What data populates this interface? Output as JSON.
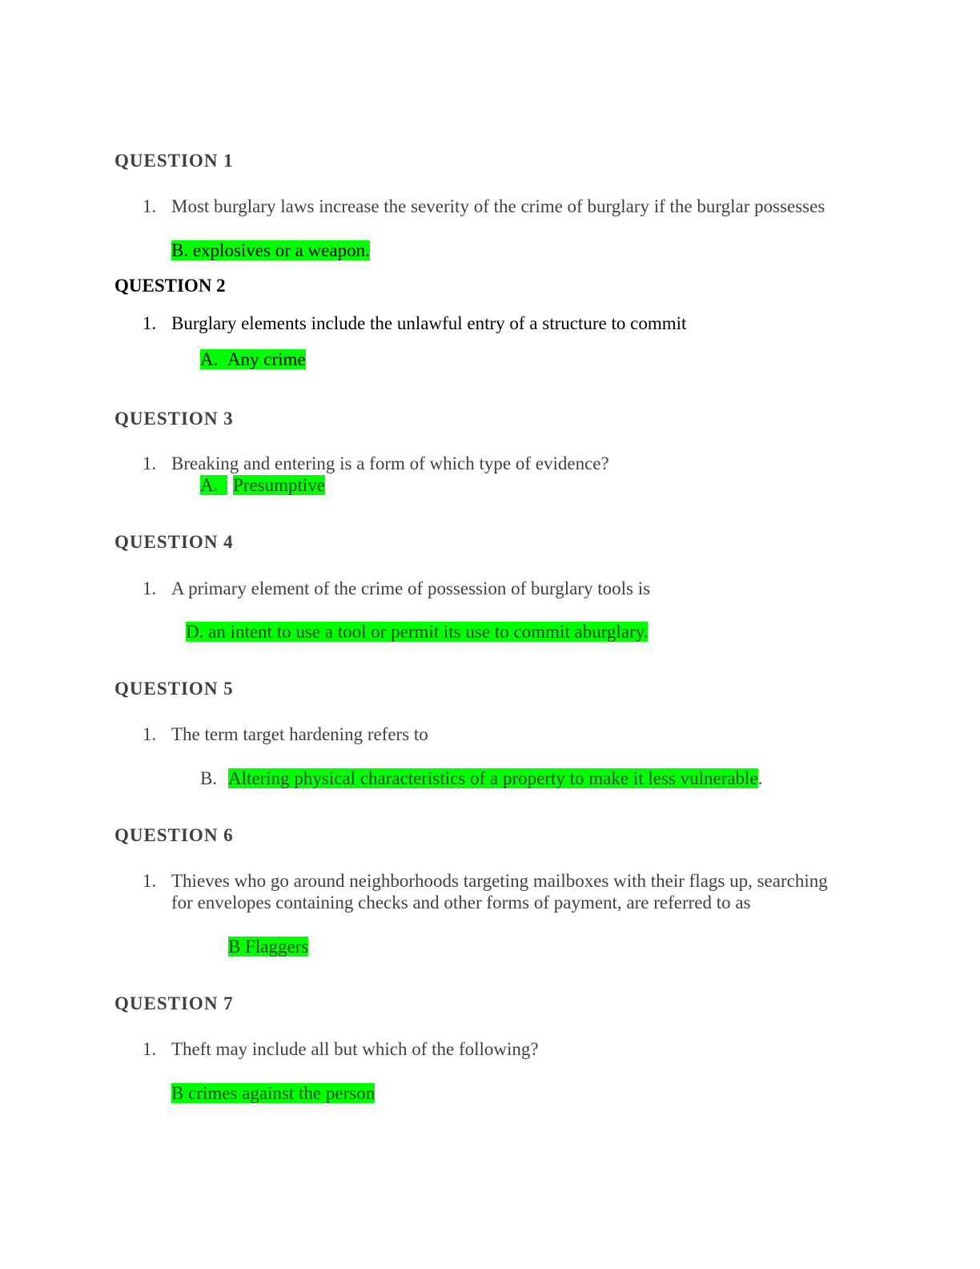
{
  "questions": [
    {
      "heading": "QUESTION 1",
      "number": "1.",
      "text": "Most burglary laws increase the severity of the crime of burglary if the burglar possesses",
      "answer": "B. explosives or a weapon."
    },
    {
      "heading": "QUESTION 2",
      "number": "1.",
      "text": "Burglary elements include the unlawful entry of a structure to commit",
      "answer_letter": "A.",
      "answer": "Any crime"
    },
    {
      "heading": "QUESTION 3",
      "number": "1.",
      "text": "Breaking and entering is a form of which type of evidence?",
      "answer_letter": "A.",
      "answer": "Presumptive"
    },
    {
      "heading": "QUESTION 4",
      "number": "1.",
      "text": "A primary element of the crime of possession of burglary tools is",
      "answer": "D. an intent to use a tool or permit its use to commit aburglary."
    },
    {
      "heading": "QUESTION 5",
      "number": "1.",
      "text": "The term target hardening refers to",
      "answer_letter": "B.",
      "answer": "Altering physical characteristics of a property to make it less vulnerable",
      "answer_tail": "."
    },
    {
      "heading": "QUESTION 6",
      "number": "1.",
      "text_line1": "Thieves who go around neighborhoods targeting mailboxes with their flags up, searching",
      "text_line2": "for envelopes containing checks and other forms of payment, are referred to as",
      "answer": "B Flaggers"
    },
    {
      "heading": "QUESTION 7",
      "number": "1.",
      "text": "Theft may include all but which of the following?",
      "answer": "B crimes against the person"
    }
  ],
  "highlight_color": "#00ff00"
}
